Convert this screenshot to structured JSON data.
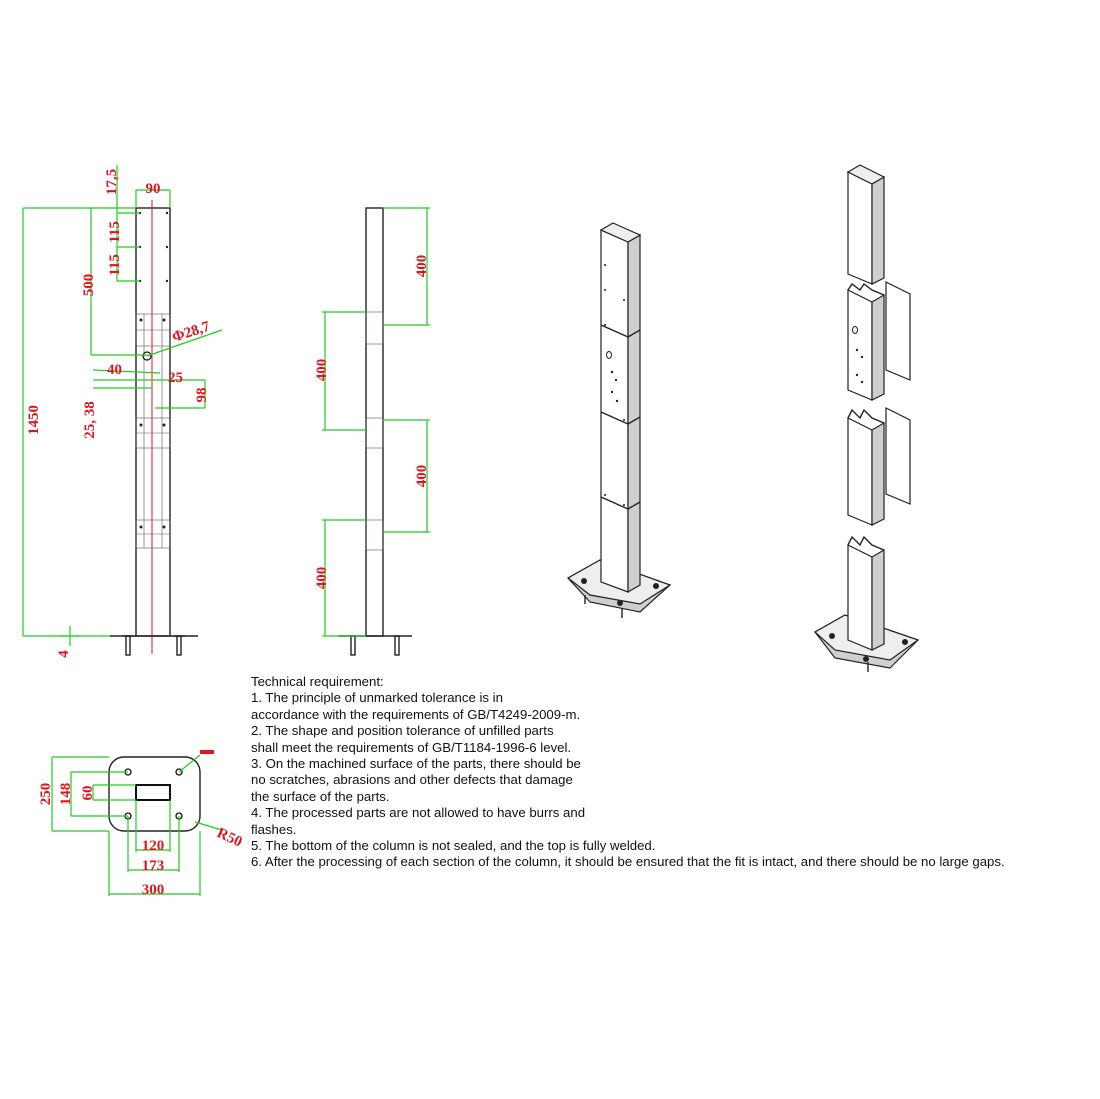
{
  "front_view": {
    "dims": {
      "overall_height": "1450",
      "upper_section": "500",
      "hole_spacing_1": "115",
      "hole_spacing_2": "115",
      "top_offset": "17,5",
      "width": "90",
      "hole_diameter": "Φ28,7",
      "offset_40": "40",
      "offset_25": "25",
      "offset_98": "98",
      "offset_25_38": "25, 38",
      "base_thickness": "4"
    }
  },
  "side_view": {
    "dims": {
      "top_right": "400",
      "mid_left": "400",
      "mid_right": "400",
      "bottom_left": "400"
    }
  },
  "base_plate": {
    "dims": {
      "height": "250",
      "hole_spacing_v": "148",
      "slot_height": "60",
      "slot_width": "120",
      "hole_spacing_h": "173",
      "width": "300",
      "corner_radius": "R50"
    }
  },
  "notes": {
    "title": "Technical requirement:",
    "lines": [
      "1. The principle of unmarked tolerance is in",
      "accordance with the requirements of GB/T4249-2009-m.",
      "2. The shape and position tolerance of unfilled parts",
      "shall meet the requirements of GB/T1184-1996-6 level.",
      "3. On the machined surface of the parts, there should be",
      "no scratches, abrasions and other defects that damage",
      "the surface of the parts.",
      "4. The processed parts are not allowed to have burrs and",
      "flashes.",
      "5. The bottom of the column is not sealed, and the top is fully welded.",
      "6. After the processing of each section of the column, it should be ensured that the fit is intact, and there should be no large gaps."
    ]
  }
}
